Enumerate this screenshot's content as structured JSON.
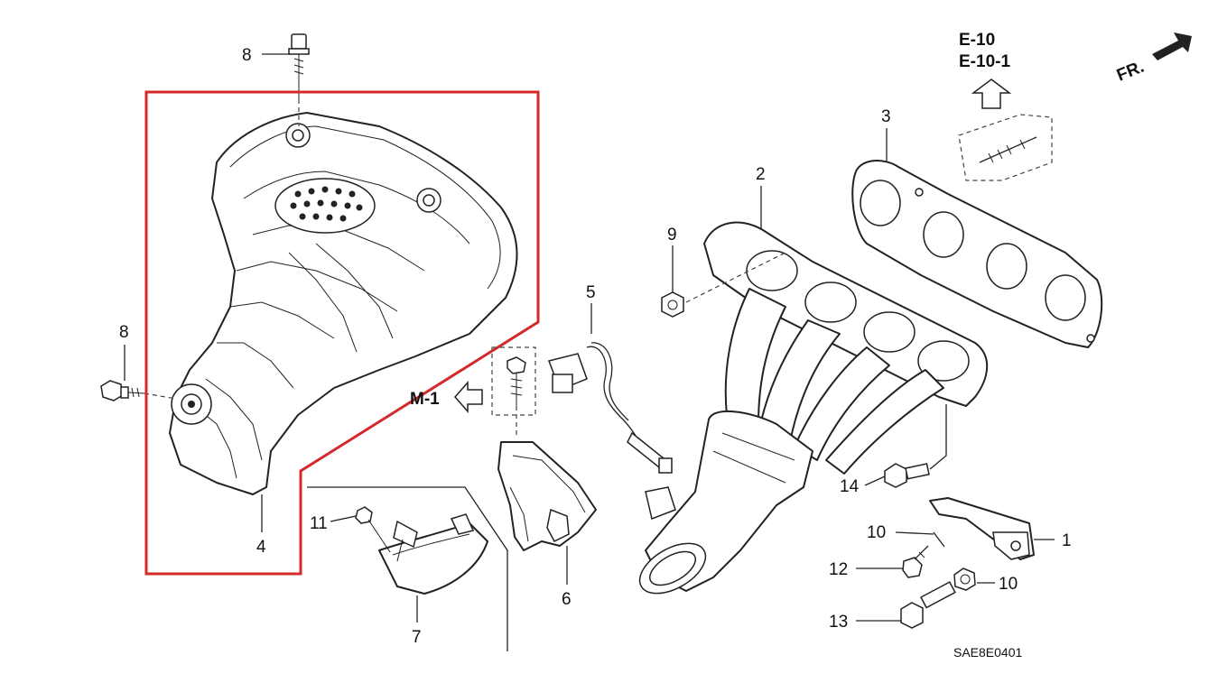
{
  "diagram": {
    "callouts": {
      "c1": "1",
      "c2": "2",
      "c3": "3",
      "c4": "4",
      "c5": "5",
      "c6": "6",
      "c7": "7",
      "c8_top": "8",
      "c8_left": "8",
      "c9": "9",
      "c10_upper": "10",
      "c10_lower": "10",
      "c11": "11",
      "c12": "12",
      "c13": "13",
      "c14": "14"
    },
    "refs": {
      "e10": "E-10",
      "e10_1": "E-10-1",
      "m1": "M-1",
      "front": "FR."
    },
    "figure_code": "SAE8E0401",
    "highlight_color": "#d42a2a"
  }
}
